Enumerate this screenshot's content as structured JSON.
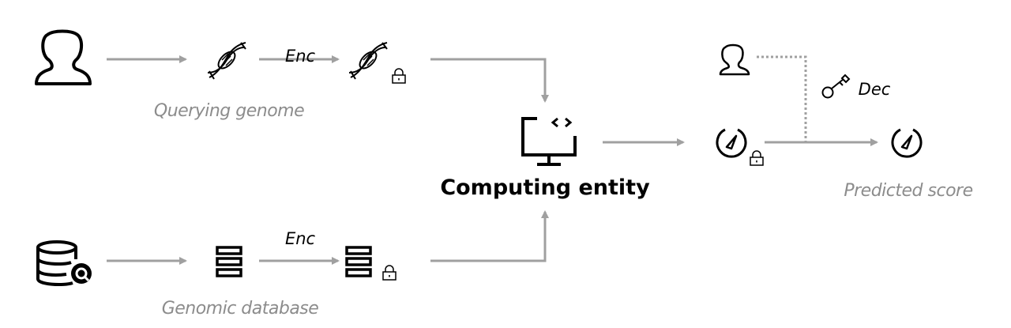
{
  "labels": {
    "query_caption": "Querying genome",
    "db_caption": "Genomic database",
    "enc_top": "Enc",
    "enc_bottom": "Enc",
    "computing": "Computing entity",
    "dec": "Dec",
    "result_caption": "Predicted score"
  },
  "colors": {
    "arrow": "#a0a0a0",
    "icon": "#000000",
    "caption": "#8c8c8c"
  }
}
